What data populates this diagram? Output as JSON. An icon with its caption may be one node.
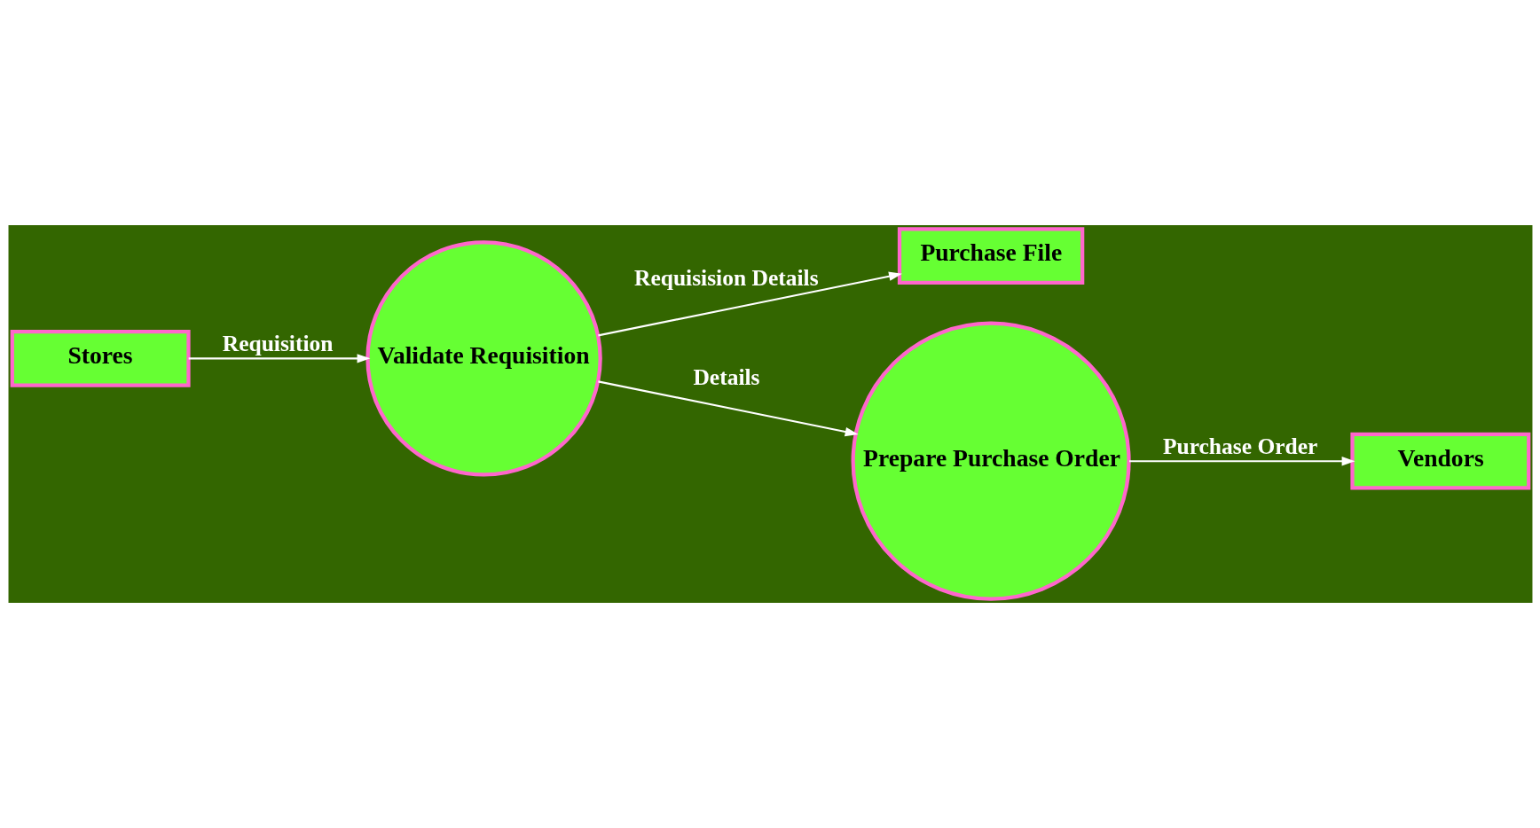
{
  "diagram": {
    "nodes": [
      {
        "text": [
          "Stores"
        ]
      },
      {
        "text": [
          "Validate Requisition"
        ]
      },
      {
        "text": [
          "Purchase File"
        ]
      },
      {
        "text": [
          "Prepare Purchase Order"
        ]
      },
      {
        "text": [
          "Vendors"
        ]
      }
    ],
    "edges": [
      {
        "from": 0,
        "to": 1,
        "arrow": "to",
        "label": "Requisition"
      },
      {
        "from": 1,
        "to": 2,
        "arrow": "to",
        "label": "Requisision Details"
      },
      {
        "from": 1,
        "to": 3,
        "arrow": "to",
        "label": "Details"
      },
      {
        "from": 3,
        "to": 4,
        "arrow": "to",
        "label": "Purchase Order"
      }
    ]
  }
}
